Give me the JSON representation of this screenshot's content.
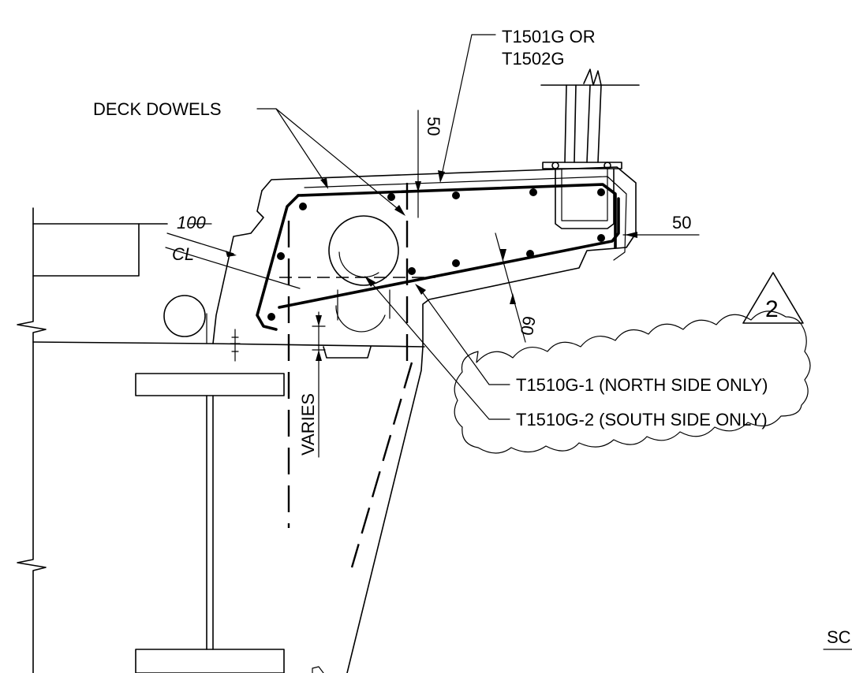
{
  "labels": {
    "rebar_top_line1": "T1501G OR",
    "rebar_top_line2": "T1502G",
    "deck_dowels": "DECK DOWELS",
    "dim_top": "50",
    "dim_right": "50",
    "dim_left": "100",
    "centerline": "CL",
    "dim_bottom": "60",
    "varies": "VARIES",
    "north_bar": "T1510G-1 (NORTH SIDE ONLY)",
    "south_bar": "T1510G-2 (SOUTH SIDE ONLY)",
    "corner_text": "SC"
  },
  "revision": {
    "number": "2"
  }
}
